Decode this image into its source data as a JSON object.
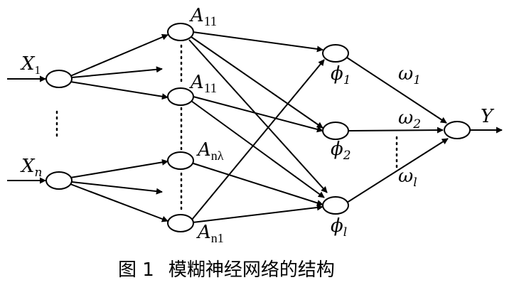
{
  "inputs": [
    {
      "symbol": "X",
      "sub": "1"
    },
    {
      "symbol": "X",
      "sub": "n"
    }
  ],
  "membership": [
    {
      "symbol": "A",
      "sub": "11"
    },
    {
      "symbol": "A",
      "sub": "11"
    },
    {
      "symbol": "A",
      "sub": "nλ"
    },
    {
      "symbol": "A",
      "sub": "n1"
    }
  ],
  "rules": [
    {
      "symbol": "ϕ",
      "sub": "1"
    },
    {
      "symbol": "ϕ",
      "sub": "2"
    },
    {
      "symbol": "ϕ",
      "sub": "l"
    }
  ],
  "weights": [
    {
      "symbol": "ω",
      "sub": "1"
    },
    {
      "symbol": "ω",
      "sub": "2"
    },
    {
      "symbol": "ω",
      "sub": "l"
    }
  ],
  "output": {
    "symbol": "Y"
  },
  "caption": {
    "figure": "图 1",
    "title": "模糊神经网络的结构"
  }
}
